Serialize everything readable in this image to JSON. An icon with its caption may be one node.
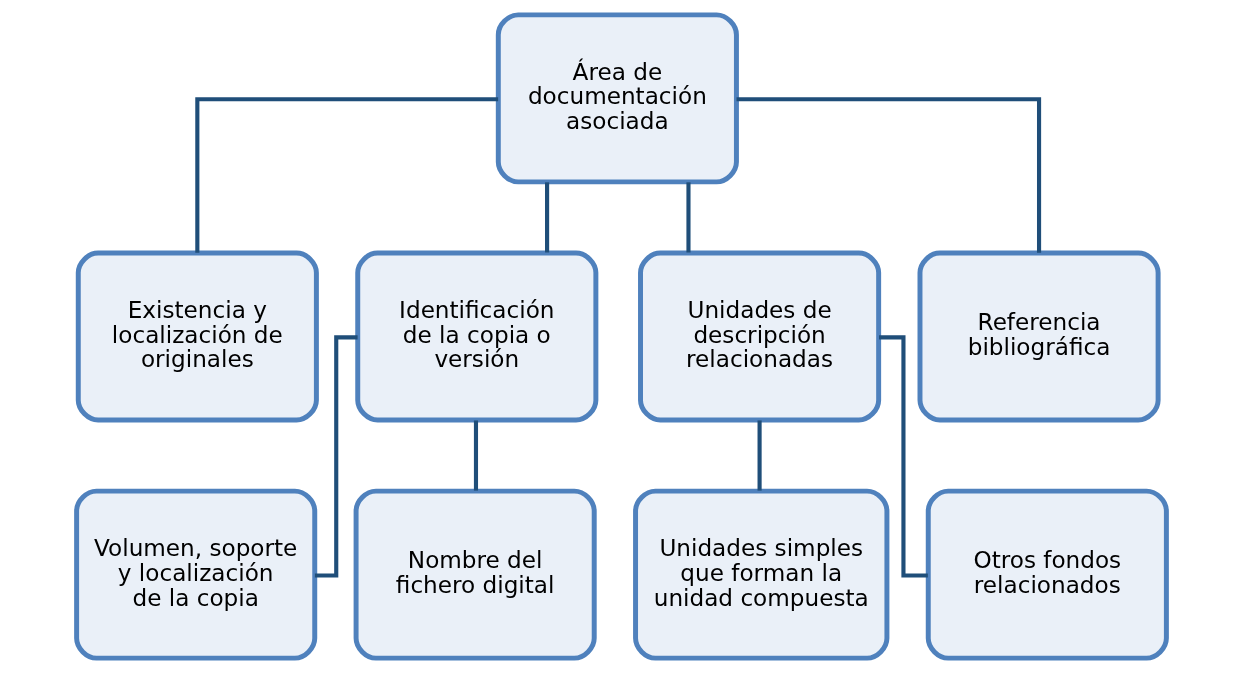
{
  "diagram": {
    "nodes": [
      {
        "text": [
          "Área de documentación asociada"
        ]
      },
      {
        "text": [
          "Existencia y localización de originales"
        ]
      },
      {
        "text": [
          "Identificación de la copia o versión"
        ]
      },
      {
        "text": [
          "Unidades de descripción relacionadas"
        ]
      },
      {
        "text": [
          "Referencia bibliográfica"
        ]
      },
      {
        "text": [
          "Volumen, soporte y localización de la copia"
        ]
      },
      {
        "text": [
          "Nombre del fichero digital"
        ]
      },
      {
        "text": [
          "Unidades simples que forman la unidad compuesta"
        ]
      },
      {
        "text": [
          "Otros fondos relacionados"
        ]
      }
    ],
    "edges": [
      {
        "from": 0,
        "to": 1,
        "arrow": "none"
      },
      {
        "from": 0,
        "to": 2,
        "arrow": "none"
      },
      {
        "from": 0,
        "to": 3,
        "arrow": "none"
      },
      {
        "from": 0,
        "to": 4,
        "arrow": "none"
      },
      {
        "from": 2,
        "to": 5,
        "arrow": "none"
      },
      {
        "from": 2,
        "to": 6,
        "arrow": "none"
      },
      {
        "from": 3,
        "to": 7,
        "arrow": "none"
      },
      {
        "from": 3,
        "to": 8,
        "arrow": "none"
      }
    ]
  }
}
